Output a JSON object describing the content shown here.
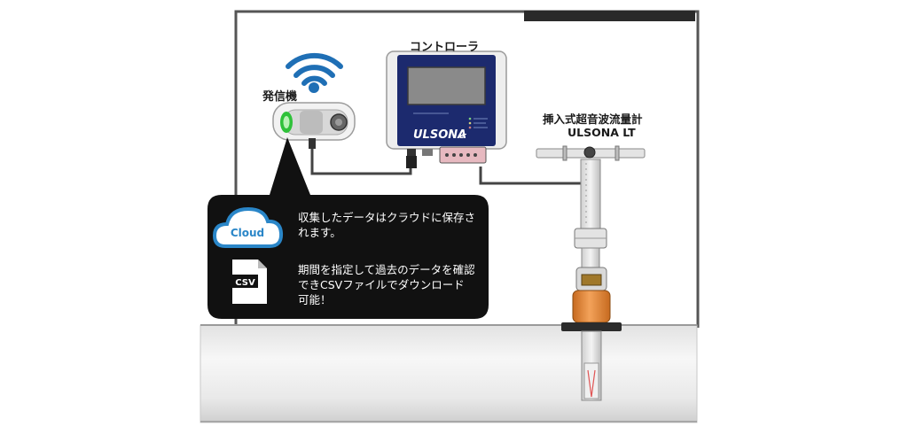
{
  "labels": {
    "transmitter": "発信機",
    "controller": "コントローラ",
    "meter_title": "挿入式超音波流量計",
    "meter_model": "ULSONA LT"
  },
  "controller_brand": "ULSONA",
  "controller_brand_suffix": "LT",
  "cloud_label": "Cloud",
  "csv_label": "CSV",
  "bubble": {
    "text1": "収集したデータはクラウドに保存されます。",
    "text2": "期間を指定して過去のデータを確認できCSVファイルでダウンロード可能！"
  },
  "colors": {
    "bubble_bg": "#111111",
    "cloud_blue": "#2a86c8",
    "wifi_blue": "#1f6fb5",
    "controller_navy": "#1c2a6e",
    "valve_orange": "#e8852f",
    "led_green": "#2fc13a"
  }
}
